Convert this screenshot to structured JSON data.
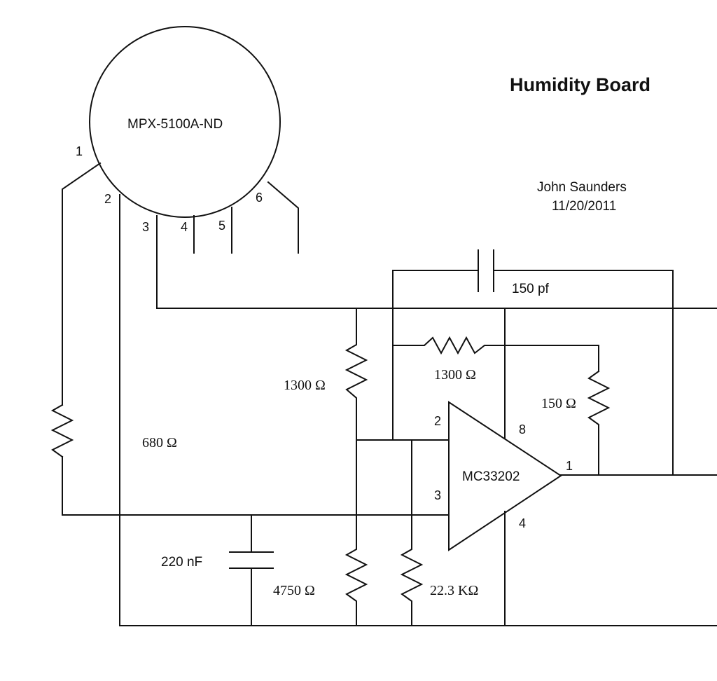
{
  "title": "Humidity Board",
  "author": "John Saunders",
  "date": "11/20/2011",
  "sensor": {
    "part": "MPX-5100A-ND",
    "pins": [
      "1",
      "2",
      "3",
      "4",
      "5",
      "6"
    ]
  },
  "opamp": {
    "part": "MC33202",
    "pins": {
      "inverting": "2",
      "noninverting": "3",
      "v_plus": "8",
      "v_minus": "4",
      "output": "1"
    }
  },
  "components": {
    "c_feedback": "150 pf",
    "r_feedback": "1300 Ω",
    "r_divider_top": "1300 Ω",
    "r_output": "150 Ω",
    "r_pin1": "680 Ω",
    "c_filter": "220 nF",
    "r_divider_bottom": "4750 Ω",
    "r_inverting": "22.3 KΩ"
  }
}
